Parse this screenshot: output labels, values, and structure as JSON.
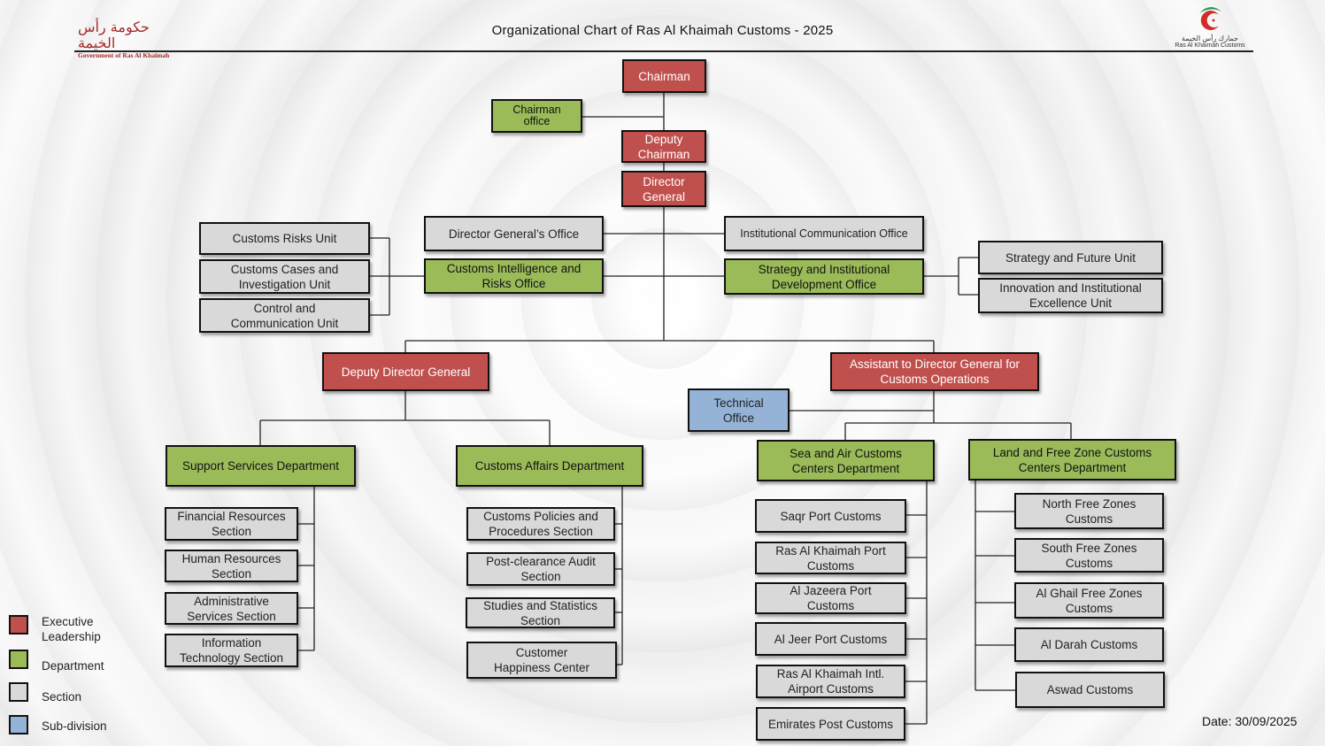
{
  "header": {
    "title": "Organizational Chart of Ras Al Khaimah Customs - 2025",
    "left_logo": {
      "arabic": "حكومة رأس الخيمة",
      "english": "Government of Ras Al Khaimah"
    },
    "right_logo": {
      "arabic": "جمارك رأس الخيمة",
      "english": "Ras Al Khaimah Customs"
    }
  },
  "colors": {
    "executive": "#c0504d",
    "department": "#9bbb59",
    "section": "#d9d9d9",
    "subdivision": "#95b3d7",
    "line": "#222222"
  },
  "nodes": {
    "chairman": "Chairman",
    "chairman_office": "Chairman office",
    "deputy_chairman": "Deputy Chairman",
    "director_general": "Director General",
    "dg_office": "Director General’s Office",
    "customs_intel": "Customs Intelligence and Risks Office",
    "inst_comm": "Institutional Communication Office",
    "strategy_office": "Strategy and Institutional Development Office",
    "risks_unit": "Customs Risks Unit",
    "cases_unit": "Customs Cases and Investigation Unit",
    "control_unit": "Control and Communication Unit",
    "strategy_future": "Strategy and Future Unit",
    "innovation_unit": "Innovation and Institutional Excellence Unit",
    "deputy_dg": "Deputy Director General",
    "assistant_dg": "Assistant to Director General for Customs Operations",
    "technical_office": "Technical Office",
    "support_dept": "Support Services Department",
    "customs_affairs": "Customs Affairs Department",
    "sea_air": "Sea and Air Customs Centers Department",
    "land_free": "Land and Free Zone Customs Centers Department"
  },
  "support_sections": [
    "Financial Resources Section",
    "Human Resources Section",
    "Administrative Services Section",
    "Information Technology Section"
  ],
  "affairs_sections": [
    "Customs Policies and Procedures Section",
    "Post-clearance Audit Section",
    "Studies and Statistics Section",
    "Customer Happiness Center"
  ],
  "sea_air_centers": [
    "Saqr Port Customs",
    "Ras Al Khaimah Port Customs",
    "Al Jazeera Port Customs",
    "Al Jeer Port Customs",
    "Ras Al Khaimah Intl. Airport Customs",
    "Emirates Post Customs"
  ],
  "land_free_centers": [
    "North Free Zones Customs",
    "South Free Zones Customs",
    "Al Ghail Free Zones Customs",
    "Al Darah Customs",
    "Aswad Customs"
  ],
  "legend": [
    {
      "label": "Executive Leadership",
      "color": "#c0504d"
    },
    {
      "label": "Department",
      "color": "#9bbb59"
    },
    {
      "label": "Section",
      "color": "#d9d9d9"
    },
    {
      "label": "Sub-division",
      "color": "#95b3d7"
    }
  ],
  "date": "Date: 30/09/2025"
}
